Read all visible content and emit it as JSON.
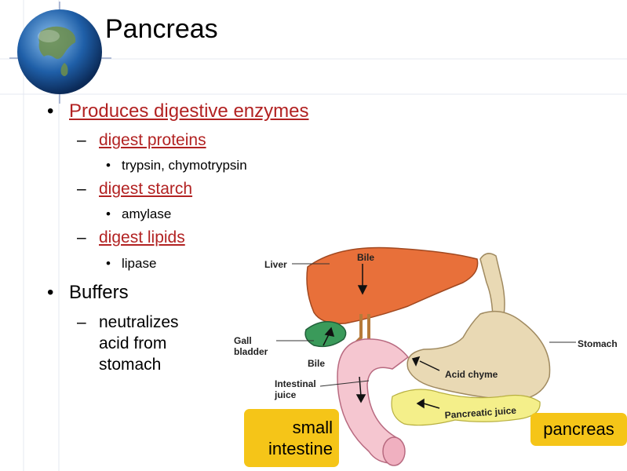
{
  "slide": {
    "title": "Pancreas",
    "bullets": {
      "produces": "Produces digestive enzymes",
      "proteins": "digest proteins",
      "proteins_sub": "trypsin, chymotrypsin",
      "starch": "digest starch",
      "starch_sub": "amylase",
      "lipids": "digest lipids",
      "lipids_sub": "lipase",
      "buffers": "Buffers",
      "neutralizes_1": "neutralizes",
      "neutralizes_2": "acid from",
      "neutralizes_3": "stomach"
    },
    "bullet_symbol": "•",
    "dash_symbol": "–"
  },
  "diagram": {
    "labels": {
      "liver": "Liver",
      "bile_top": "Bile",
      "gall": "Gall",
      "bladder": "bladder",
      "bile_mid": "Bile",
      "stomach": "Stomach",
      "acid_chyme": "Acid chyme",
      "intestinal": "Intestinal",
      "juice": "juice",
      "pancreatic_juice": "Pancreatic juice"
    },
    "callouts": {
      "small_intestine_1": "small",
      "small_intestine_2": "intestine",
      "pancreas": "pancreas"
    }
  },
  "colors": {
    "link": "#b22222",
    "callout": "#f5c518",
    "liver": "#e8703a",
    "stomach": "#e9d9b4",
    "intestine": "#f5c6d0",
    "pancreas": "#f4ef8a",
    "gallbladder": "#3a9a5a"
  }
}
